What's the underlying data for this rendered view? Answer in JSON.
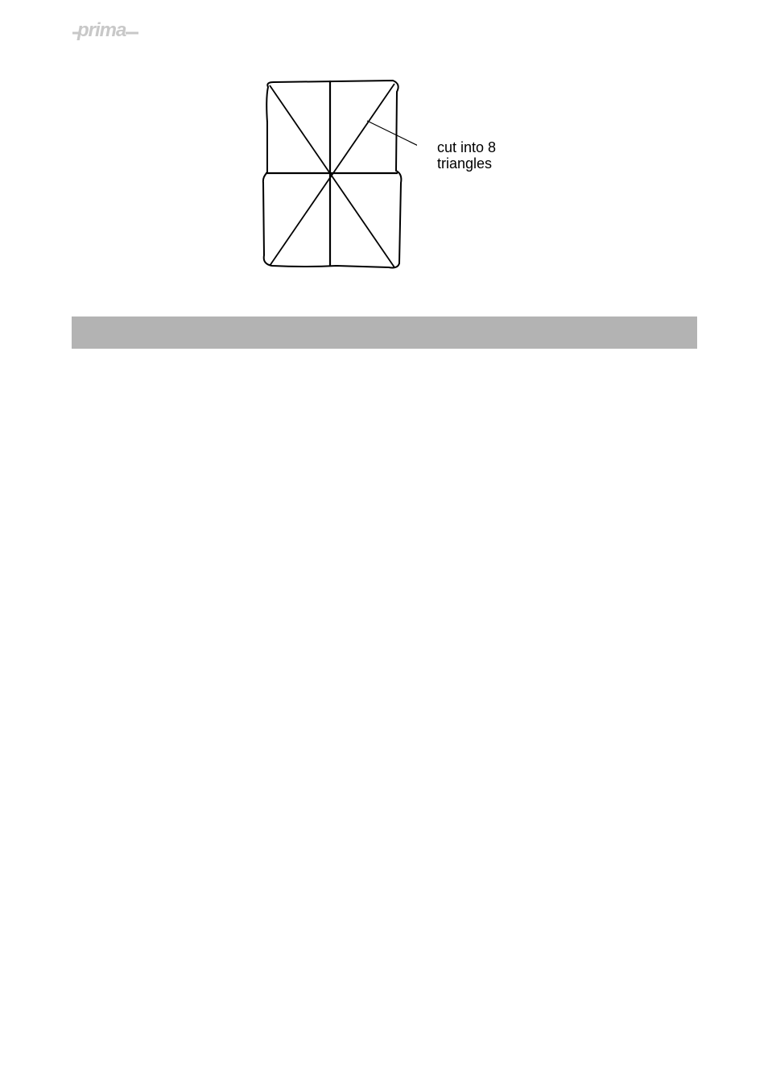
{
  "logo": {
    "text": "prima",
    "color": "#c8c8c8"
  },
  "figure": {
    "callout_lines": [
      "cut into 8",
      "triangles"
    ]
  },
  "band": {
    "color": "#b3b3b3"
  }
}
